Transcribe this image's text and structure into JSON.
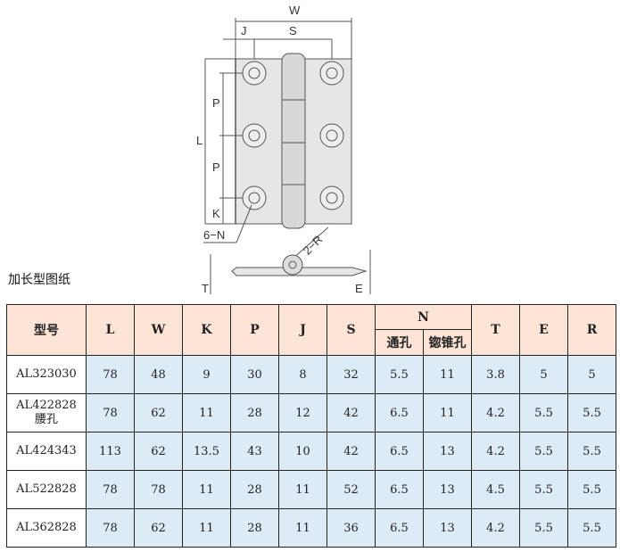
{
  "drawing": {
    "labels": {
      "W": "W",
      "J": "J",
      "S": "S",
      "L": "L",
      "P1": "P",
      "P2": "P",
      "K": "K",
      "N": "6−N",
      "R": "2−R",
      "T": "T",
      "E": "E"
    }
  },
  "caption": "加长型图纸",
  "table": {
    "headers": {
      "model": "型号",
      "L": "L",
      "W": "W",
      "K": "K",
      "P": "P",
      "J": "J",
      "S": "S",
      "N": "N",
      "N_through": "通孔",
      "N_countersunk": "锪锥孔",
      "T": "T",
      "E": "E",
      "R": "R"
    },
    "rows": [
      {
        "model": "AL323030",
        "cells": [
          "78",
          "48",
          "9",
          "30",
          "8",
          "32",
          "5.5",
          "11",
          "3.8",
          "5",
          "5"
        ]
      },
      {
        "model": "AL422828\n腰孔",
        "cells": [
          "78",
          "62",
          "11",
          "28",
          "12",
          "42",
          "6.5",
          "11",
          "4.2",
          "5.5",
          "5.5"
        ]
      },
      {
        "model": "AL424343",
        "cells": [
          "113",
          "62",
          "13.5",
          "43",
          "10",
          "42",
          "6.5",
          "13",
          "4.2",
          "5.5",
          "5.5"
        ]
      },
      {
        "model": "AL522828",
        "cells": [
          "78",
          "78",
          "11",
          "28",
          "11",
          "52",
          "6.5",
          "13",
          "4.5",
          "5.5",
          "5.5"
        ]
      },
      {
        "model": "AL362828",
        "cells": [
          "78",
          "62",
          "11",
          "28",
          "11",
          "36",
          "6.5",
          "13",
          "4.2",
          "5.5",
          "5.5"
        ]
      }
    ]
  }
}
